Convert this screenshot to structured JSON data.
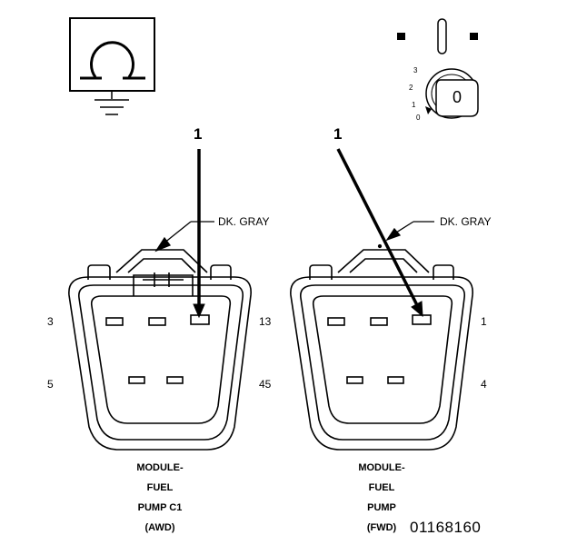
{
  "callouts": {
    "left": "1",
    "right": "1"
  },
  "wire_color": {
    "left": "DK. GRAY",
    "right": "DK. GRAY"
  },
  "left_connector": {
    "pins": {
      "top_left": "3",
      "top_right": "13",
      "bottom_left": "5",
      "bottom_right": "45"
    },
    "caption": [
      "MODULE-",
      "FUEL",
      "PUMP C1",
      "(AWD)"
    ]
  },
  "right_connector": {
    "pins": {
      "top_right": "1",
      "bottom_right": "4"
    },
    "caption": [
      "MODULE-",
      "FUEL",
      "PUMP",
      "(FWD)"
    ]
  },
  "ignition_switch": {
    "key_label": "0",
    "positions": [
      "3",
      "2",
      "1",
      "0"
    ]
  },
  "ohmmeter_symbol": "Ω",
  "document_id": "01168160",
  "icons": [
    "ohmmeter-icon",
    "ground-icon",
    "ignition-key-icon"
  ]
}
